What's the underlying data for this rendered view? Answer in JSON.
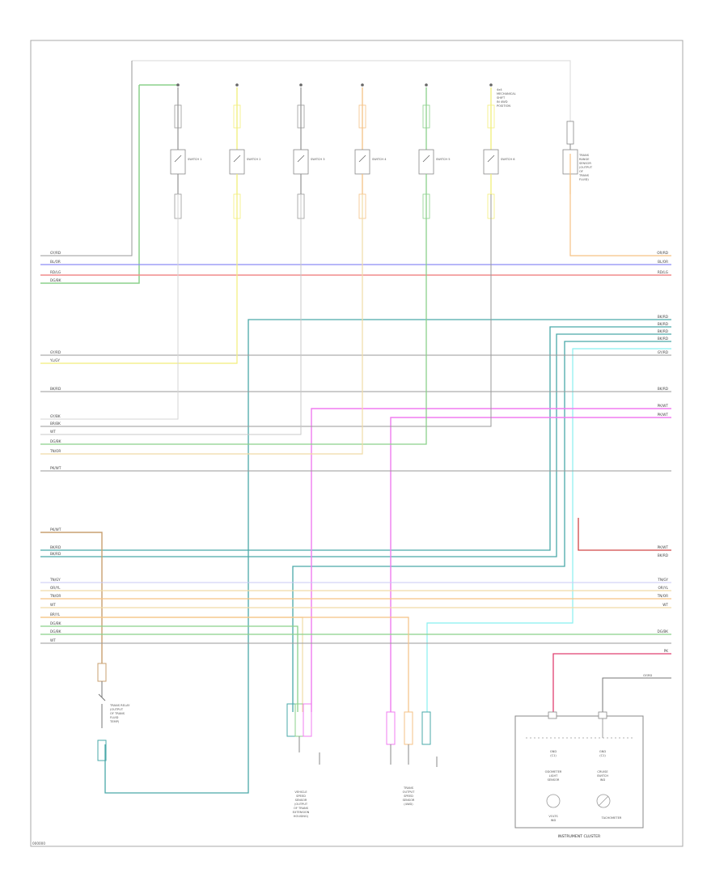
{
  "diagram": {
    "footer": "000000",
    "colors": {
      "border": "#9a9a9a",
      "gray": "#9a9a9a",
      "blue": "#8c8cf5",
      "red": "#f08c8c",
      "green": "#8bd18b",
      "yellow": "#f2ee7a",
      "orange": "#f5c285",
      "tan": "#f0dba6",
      "pink": "#f07cf0",
      "teal": "#4aa9a9",
      "cyan": "#88f0f0",
      "lavender": "#c9c9f5",
      "brown": "#c9a070",
      "darkgreen": "#8fd08f"
    },
    "top_switches": [
      {
        "id": "s1",
        "label": "SWITCH 1",
        "wire_color": "gray"
      },
      {
        "id": "s2",
        "label": "SWITCH 2",
        "wire_color": "yellow"
      },
      {
        "id": "s3",
        "label": "SWITCH 3",
        "wire_color": "gray"
      },
      {
        "id": "s4",
        "label": "SWITCH 4",
        "wire_color": "orange"
      },
      {
        "id": "s5",
        "label": "SWITCH 5",
        "wire_color": "green"
      },
      {
        "id": "s6",
        "label": "SWITCH 6",
        "wire_color": "yellow"
      }
    ],
    "switch7_caption": [
      "TRANS",
      "RANGE",
      "SENSOR",
      "(OUTPUT",
      "OF",
      "TRANS",
      "FLUID)"
    ],
    "switch6_note": [
      "4x4",
      "MECHANICAL",
      "SHIFT",
      "IN 4WD",
      "POSITION"
    ],
    "left_wire_labels": [
      "GY/RD",
      "BL/OR",
      "RD/LG",
      "DG/BK",
      "GY/RD",
      "YL/GY",
      "BK/RD",
      "GY/BK",
      "BR/BK",
      "WT",
      "DG/BK",
      "TN/OR",
      "PK/WT",
      "PK/WT",
      "BK/RD",
      "BK/RD",
      "TN/GY",
      "OR/YL",
      "TN/OR",
      "WT",
      "BR/YL",
      "DG/BK",
      "DG/BK",
      "WT"
    ],
    "right_wire_labels": [
      "OR/RD",
      "BL/OR",
      "RD/LG",
      "BK/RD",
      "BK/RD",
      "BK/RD",
      "BK/RD",
      "GY/RD",
      "BK/RD",
      "PK/WT",
      "PK/WT",
      "PK/WT",
      "BK/RD",
      "TN/GY",
      "OR/YL",
      "TN/OR",
      "WT",
      "DG/BK",
      "PK"
    ],
    "left_component_caption": [
      "TRANS RELAY",
      "(OUTPUT",
      "OF TRANS",
      "FLUID",
      "TEMP)"
    ],
    "bottom_components": [
      {
        "id": "c1",
        "caption": [
          "VEHICLE",
          "SPEED",
          "SENSOR",
          "(OUTPUT",
          "OF TRANS",
          "EXTENSION",
          "HOUSING)"
        ]
      },
      {
        "id": "c2",
        "caption": [
          "TRANS",
          "OUTPUT",
          "SPEED",
          "SENSOR",
          "(4WD)"
        ]
      }
    ],
    "cluster": {
      "title": "INSTRUMENT CLUSTER",
      "left_col": [
        "GND",
        "(C1)",
        "ODOMETER",
        "LIGHT",
        "SENSOR",
        "VOLTS",
        "IND"
      ],
      "right_col": [
        "GND",
        "(C1)",
        "CRUISE",
        "SWITCH",
        "IND"
      ],
      "tach": "TACHOMETER",
      "ext_label": "GY/RD"
    }
  }
}
